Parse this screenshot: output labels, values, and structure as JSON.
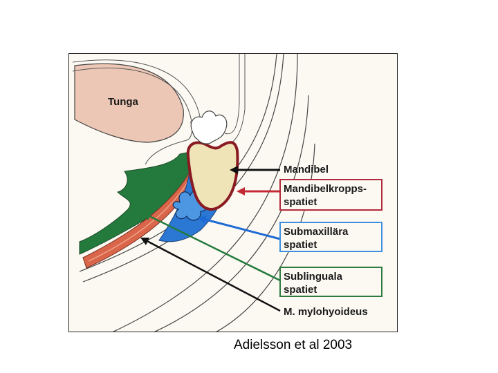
{
  "figure": {
    "labels": {
      "tongue": "Tunga",
      "mandible": "Mandibel",
      "mandible_body_space_1": "Mandibelkropps-",
      "mandible_body_space_2": "spatiet",
      "submaxillary_space_1": "Submaxillära",
      "submaxillary_space_2": "spatiet",
      "sublingual_space_1": "Sublinguala",
      "sublingual_space_2": "spatiet",
      "mylohyoid": "M. mylohyoideus"
    },
    "colors": {
      "tongue": "#edc7b5",
      "bone": "#efe3b8",
      "mandible_border": "#8a1a22",
      "submaxillary": "#2a78d4",
      "sublingual": "#237a3c",
      "muscle": "#d9664a",
      "background": "#fbf9f2"
    }
  },
  "caption": {
    "credit": "Adielsson et al 2003"
  }
}
